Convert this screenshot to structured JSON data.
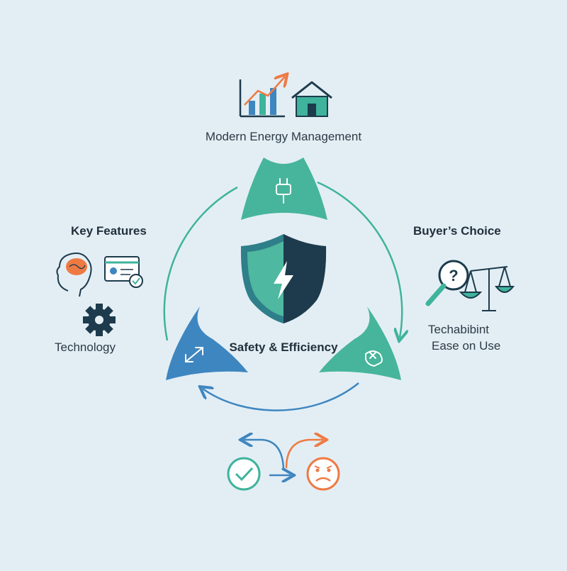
{
  "top": {
    "title": "Modern Energy Management",
    "icons": [
      "growth-chart-icon",
      "house-icon"
    ]
  },
  "left": {
    "heading": "Key Features",
    "technology_label": "Technology",
    "icons": [
      "brain-head-icon",
      "profile-card-check-icon",
      "gear-icon"
    ]
  },
  "right": {
    "heading": "Buyer’s Choice",
    "line1": "Techabibint",
    "line2": "Ease on Use",
    "icons": [
      "magnifier-question-icon",
      "balance-scale-icon"
    ]
  },
  "center": {
    "label": "Safety & Efficiency",
    "icon": "shield-lightning-icon"
  },
  "cycle": {
    "segments": [
      "plug-icon",
      "resize-arrows-icon",
      "face-x-icon"
    ]
  },
  "bottom": {
    "icons": [
      "check-circle-icon",
      "frown-face-icon",
      "branch-arrows-icon"
    ]
  },
  "colors": {
    "teal": "#3fb39c",
    "blue": "#3e86c0",
    "orange": "#ee7a43",
    "navy": "#1d3b4c",
    "background": "#e3eef4"
  }
}
